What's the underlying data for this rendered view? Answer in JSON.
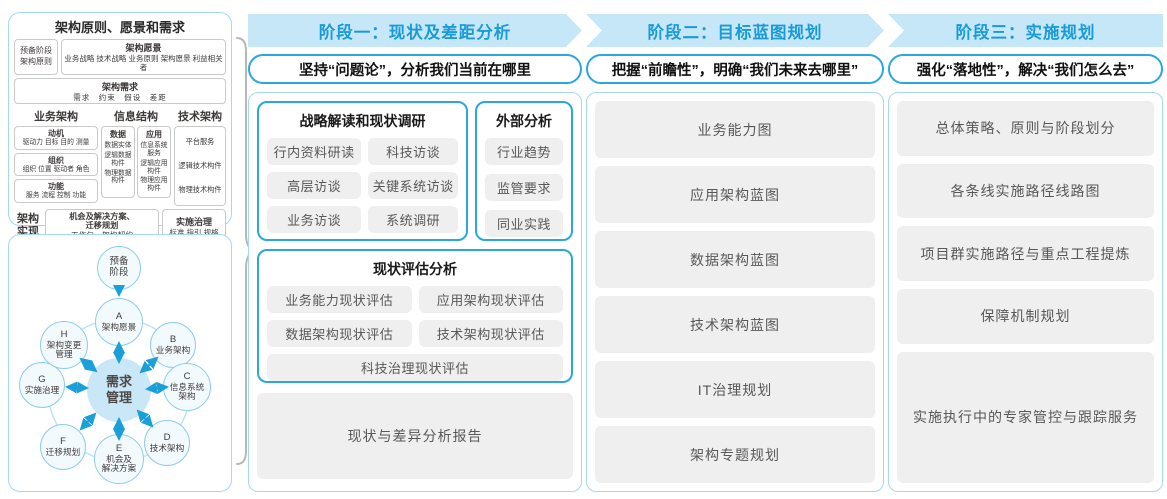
{
  "left_panel": {
    "title": "架构原则、愿景和需求",
    "prep_stage": "预备阶段\n架构原则",
    "vision": {
      "title": "架构愿景",
      "items": "业务战略 技术战略 业务原则 架构愿景 利益相关者"
    },
    "requirements": {
      "title": "架构需求",
      "items": "需求　约束　假设　差距"
    },
    "business": {
      "title": "业务架构",
      "groups": [
        {
          "name": "动机",
          "detail": "驱动力 目标 目的 测量"
        },
        {
          "name": "组织",
          "detail": "组织 位置 驱动者 角色"
        },
        {
          "name": "功能",
          "detail": "服务 流程 控制 功能"
        }
      ]
    },
    "information": {
      "title": "信息结构",
      "data": {
        "name": "数据",
        "items": [
          "数据实体",
          "逻辑数据构件",
          "物理数据构件"
        ]
      },
      "application": {
        "name": "应用",
        "items": [
          "信息系统服务",
          "逻辑应用构件",
          "物理应用构件"
        ]
      }
    },
    "technology": {
      "title": "技术架构",
      "items": [
        "平台服务",
        "逻辑技术构件",
        "物理技术构件"
      ]
    },
    "implementation": {
      "title": "架构\n实现",
      "opportunity": {
        "name": "机会及解决方案、\n迁移规划",
        "detail": "工作包　架构契约"
      },
      "governance": {
        "name": "实施治理",
        "detail": "标准 指引 规格"
      }
    }
  },
  "adm": {
    "prep": "预备\n阶段",
    "center": "需求\n管理",
    "nodes": [
      {
        "letter": "A",
        "label": "架构愿景"
      },
      {
        "letter": "B",
        "label": "业务架构"
      },
      {
        "letter": "C",
        "label": "信息系统\n架构"
      },
      {
        "letter": "D",
        "label": "技术架构"
      },
      {
        "letter": "E",
        "label": "机会及\n解决方案"
      },
      {
        "letter": "F",
        "label": "迁移规划"
      },
      {
        "letter": "G",
        "label": "实施治理"
      },
      {
        "letter": "H",
        "label": "架构变更\n管理"
      }
    ]
  },
  "phases": [
    {
      "header": "阶段一：现状及差距分析",
      "subtitle": "坚持“问题论”，分析我们当前在哪里"
    },
    {
      "header": "阶段二：目标蓝图规划",
      "subtitle": "把握“前瞻性”，明确“我们未来去哪里”"
    },
    {
      "header": "阶段三：实施规划",
      "subtitle": "强化“落地性”，解决“我们怎么去”"
    }
  ],
  "phase1": {
    "survey": {
      "title": "战略解读和现状调研",
      "items": [
        "行内资料研读",
        "科技访谈",
        "高层访谈",
        "关键系统访谈",
        "业务访谈",
        "系统调研"
      ]
    },
    "external": {
      "title": "外部分析",
      "items": [
        "行业趋势",
        "监管要求",
        "同业实践"
      ]
    },
    "assessment": {
      "title": "现状评估分析",
      "items": [
        "业务能力现状评估",
        "应用架构现状评估",
        "数据架构现状评估",
        "技术架构现状评估",
        "科技治理现状评估"
      ]
    },
    "report": "现状与差异分析报告"
  },
  "phase2": {
    "items": [
      "业务能力图",
      "应用架构蓝图",
      "数据架构蓝图",
      "技术架构蓝图",
      "IT治理规划",
      "架构专题规划"
    ]
  },
  "phase3": {
    "items": [
      "总体策略、原则与阶段划分",
      "各条线实施路径线路图",
      "项目群实施路径与重点工程提炼",
      "保障机制规划",
      "实施执行中的专家管控与跟踪服务"
    ]
  },
  "colors": {
    "band": "#c5e7f8",
    "accent": "#2aa7e0",
    "header_text": "#1a9bd7",
    "gray_box": "#efefef",
    "gray_text": "#595757",
    "arrow": "#1b9fd9"
  }
}
